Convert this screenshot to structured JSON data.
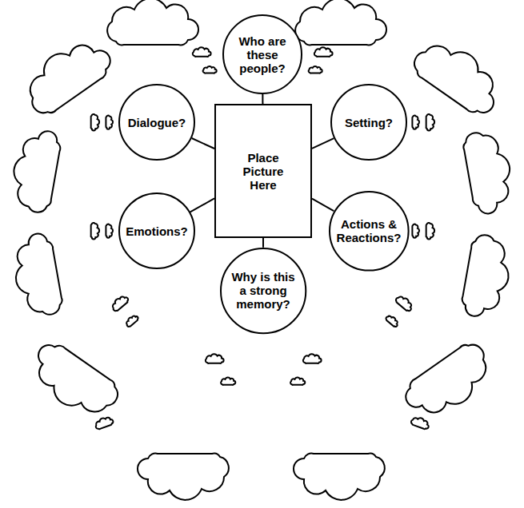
{
  "diagram": {
    "nodes": [
      {
        "text": [
          "Who are these people?"
        ]
      },
      {
        "text": [
          "Dialogue?"
        ]
      },
      {
        "text": [
          "Setting?"
        ]
      },
      {
        "text": [
          "Place Picture Here"
        ]
      },
      {
        "text": [
          "Emotions?"
        ]
      },
      {
        "text": [
          "Actions & Reactions?"
        ]
      },
      {
        "text": [
          "Why is this a strong memory?"
        ]
      }
    ],
    "edges": [
      {
        "from": 3,
        "to": 0,
        "arrow": "none"
      },
      {
        "from": 3,
        "to": 1,
        "arrow": "none"
      },
      {
        "from": 3,
        "to": 2,
        "arrow": "none"
      },
      {
        "from": 3,
        "to": 4,
        "arrow": "none"
      },
      {
        "from": 3,
        "to": 5,
        "arrow": "none"
      },
      {
        "from": 3,
        "to": 6,
        "arrow": "none"
      }
    ]
  }
}
